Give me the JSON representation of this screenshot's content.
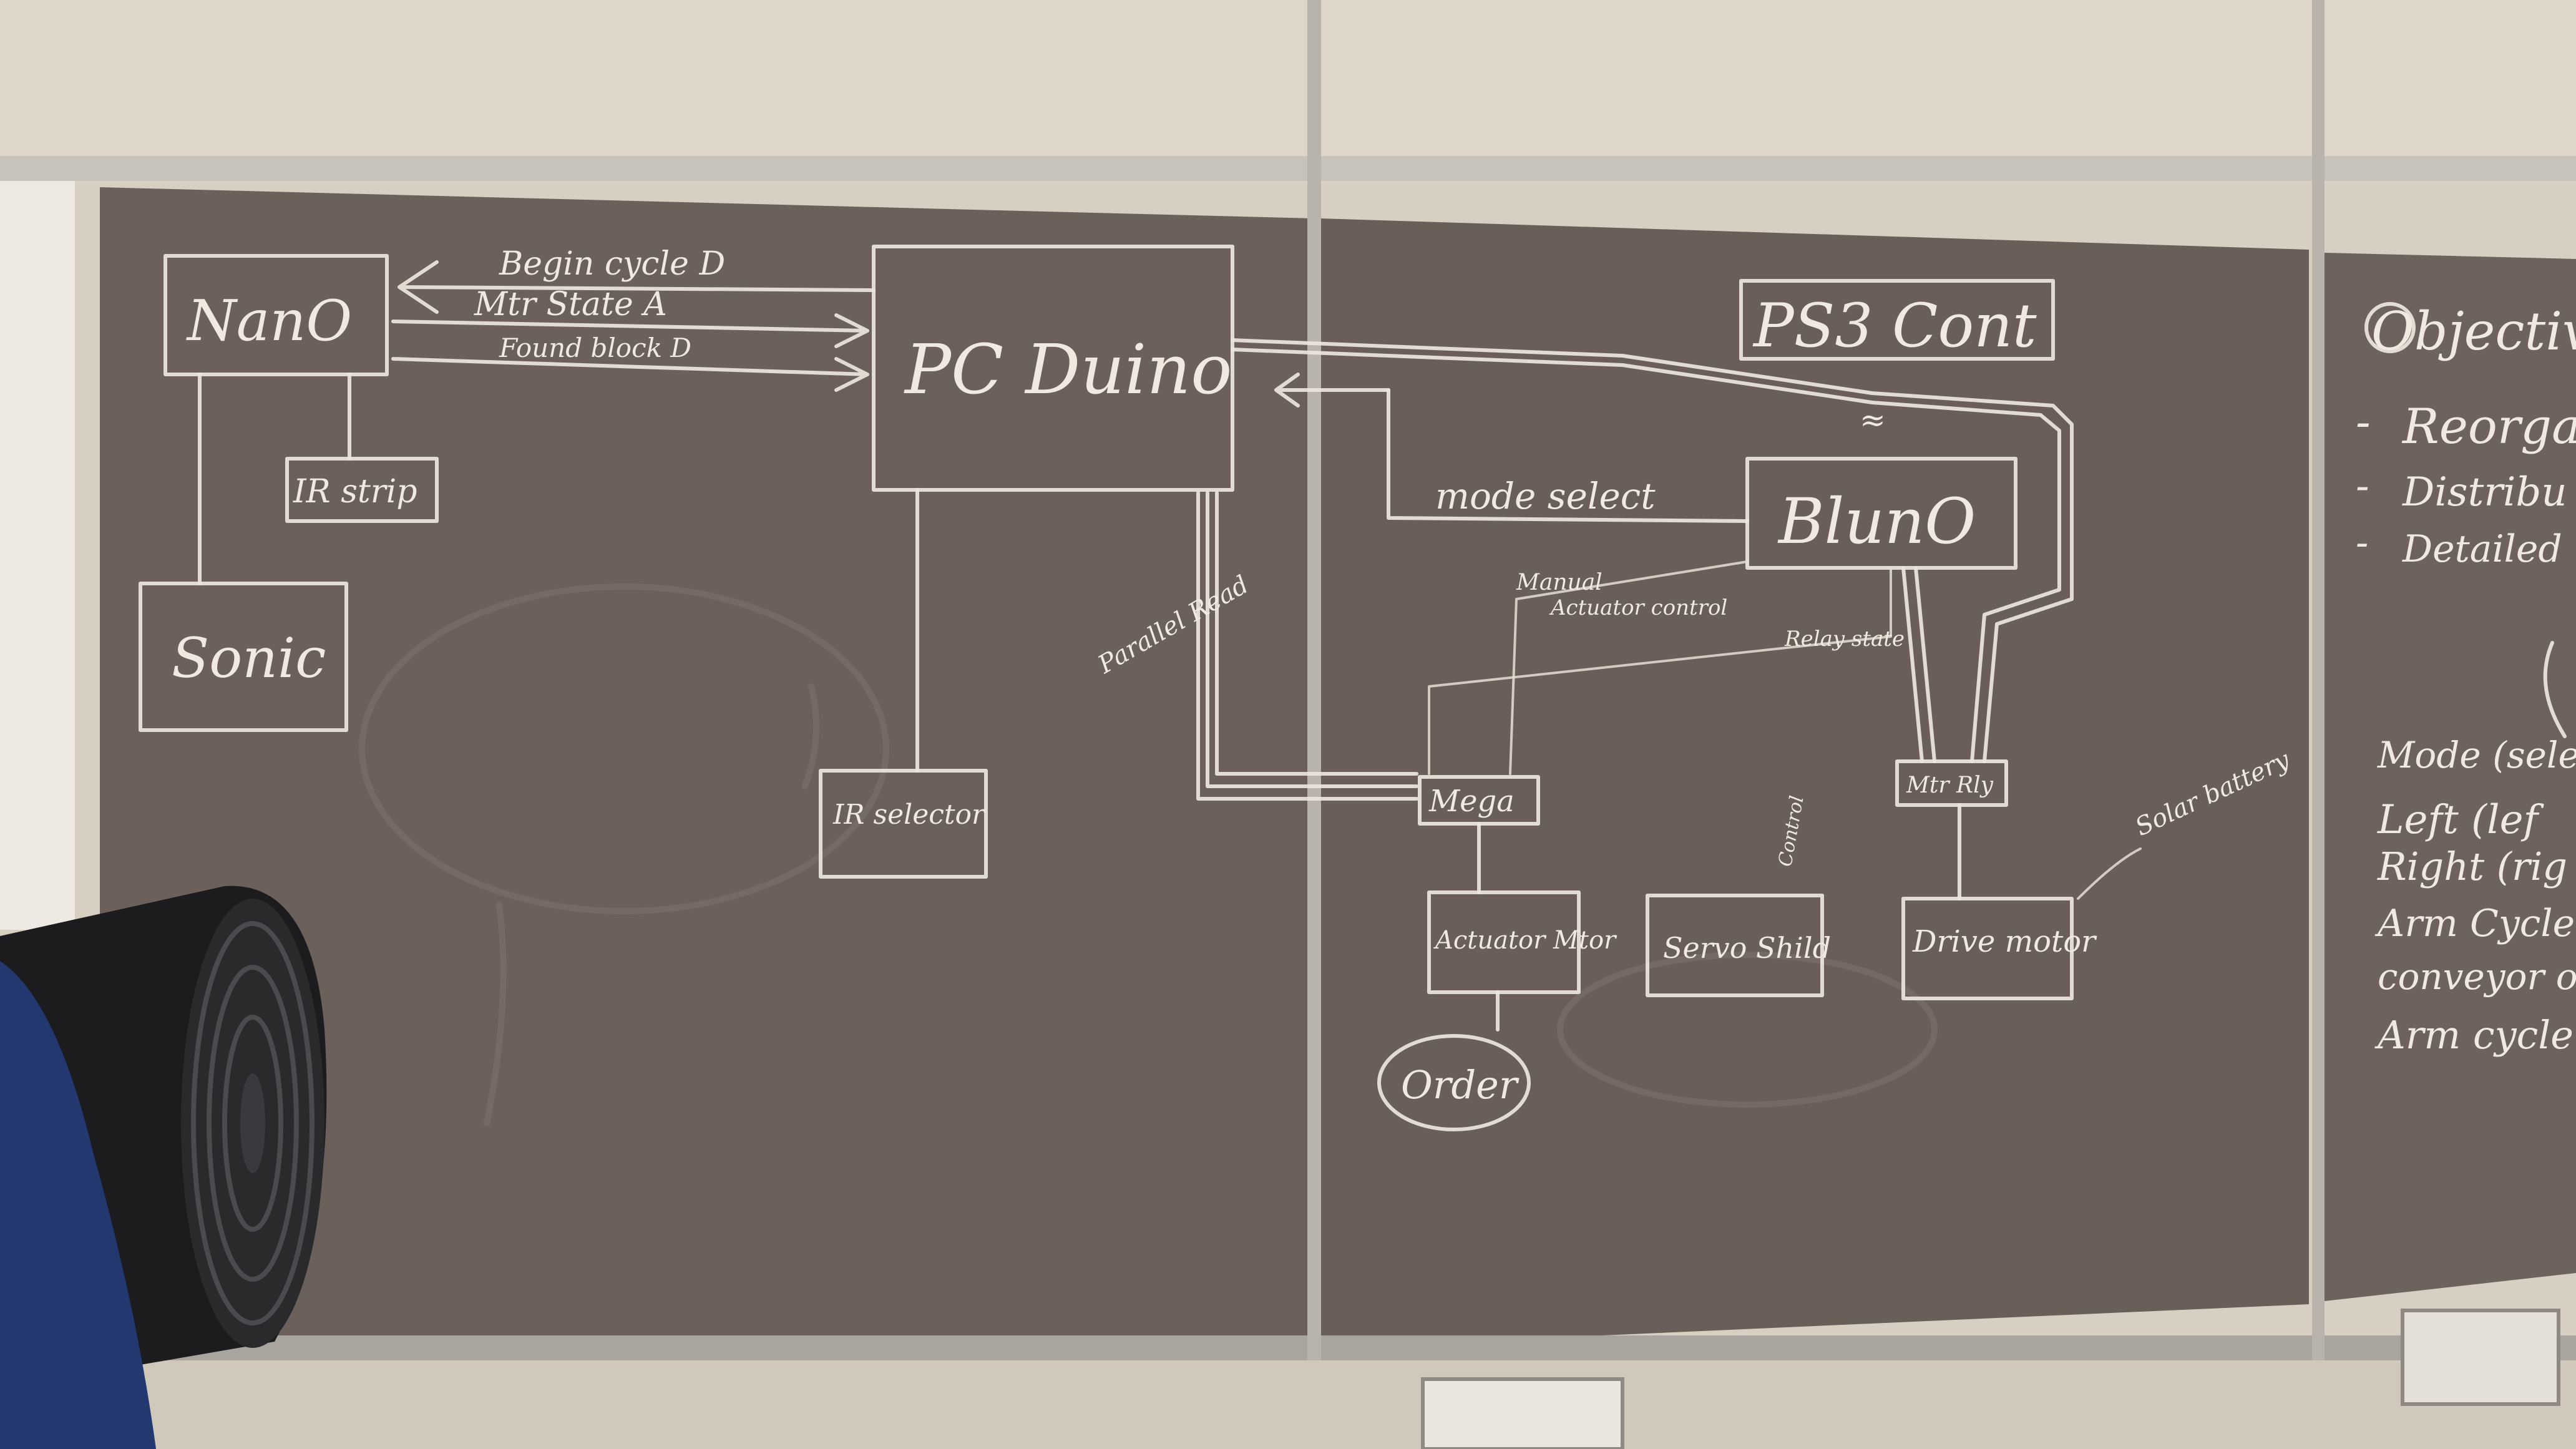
{
  "colors": {
    "wall": "#d7d0c2",
    "board": "#6c605b",
    "board_dark": "#564b47",
    "chalk": "#ece6dc",
    "frame": "#b9b6ae",
    "fan": "#1c1c1e",
    "shirt": "#22386f"
  },
  "left_panel": {
    "boxes": {
      "nano": "NanO",
      "sonic": "Sonic",
      "ir_strip": "IR strip",
      "ir_selector": "IR selector",
      "pc_duino": "PC Duino",
      "ps3_cont": "PS3 Cont",
      "bluno": "BlunO",
      "mega": "Mega",
      "actuator_motor": "Actuator Mtor",
      "servo_shield": "Servo Shild",
      "drive_motor": "Drive motor",
      "motor_relay": "Mtr Rly",
      "order": "Order"
    },
    "arrow_labels": {
      "begin_cycle": "Begin cycle D",
      "motor_state": "Mtr State A",
      "found_block": "Found block D",
      "mode_select": "mode select",
      "manual": "Manual",
      "actuator_control": "Actuator control",
      "relay_state": "Relay state",
      "parallel_read": "Parallel Read",
      "control": "Control",
      "solar_battery": "Solar battery"
    }
  },
  "right_panel": {
    "heading": "Objectiv",
    "bullets": [
      "Reorgani",
      "Distribu",
      "Detailed"
    ],
    "mode_list": [
      "Mode (select",
      "Left (lef",
      "Right (rig",
      "Arm Cycle",
      "conveyor ou",
      "Arm cycle"
    ]
  }
}
